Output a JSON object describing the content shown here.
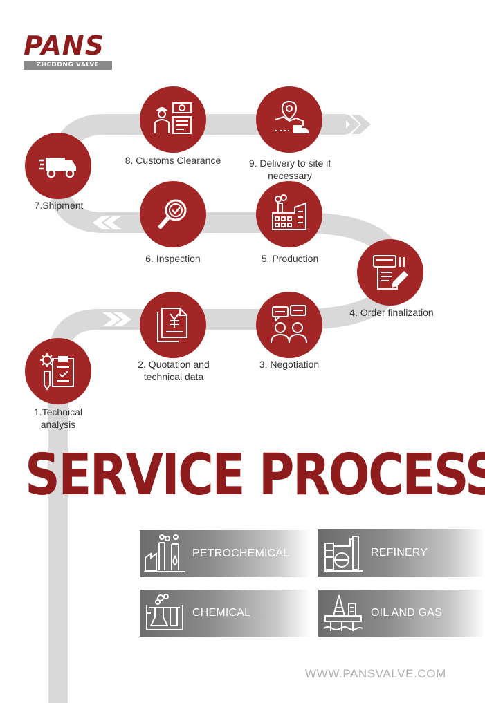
{
  "brand": {
    "name": "PANS",
    "subtitle": "ZHEDONG VALVE"
  },
  "steps": [
    {
      "label": "1.Technical\nanalysis",
      "icon": "technical-analysis-icon"
    },
    {
      "label": "2. Quotation and\ntechnical data",
      "icon": "quotation-document-icon"
    },
    {
      "label": "3. Negotiation",
      "icon": "negotiation-icon"
    },
    {
      "label": "4. Order finalization",
      "icon": "order-finalization-icon"
    },
    {
      "label": "5. Production",
      "icon": "factory-icon"
    },
    {
      "label": "6. Inspection",
      "icon": "inspection-magnifier-icon"
    },
    {
      "label": "7.Shipment",
      "icon": "truck-icon"
    },
    {
      "label": "8. Customs Clearance",
      "icon": "customs-officer-icon"
    },
    {
      "label": "9. Delivery to site if\nnecessary",
      "icon": "delivery-map-icon"
    }
  ],
  "title": "SERVICE PROCESS",
  "industries": [
    {
      "label": "PETROCHEMICAL",
      "icon": "petrochemical-plant-icon"
    },
    {
      "label": "REFINERY",
      "icon": "refinery-icon"
    },
    {
      "label": "CHEMICAL",
      "icon": "chemical-lab-icon"
    },
    {
      "label": "OIL AND GAS",
      "icon": "oil-rig-icon"
    }
  ],
  "website": "WWW.PANSVALVE.COM",
  "colors": {
    "accent": "#a22626",
    "road": "#d9d9d9",
    "title": "#8f1c1c"
  }
}
